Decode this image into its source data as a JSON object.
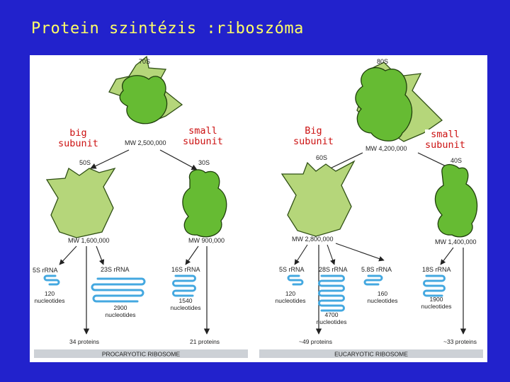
{
  "title": "Protein szintézis :riboszóma",
  "overlays": {
    "pro_big": "big\nsubunit",
    "pro_small": "small\nsubunit",
    "euk_big": "Big\nsubunit",
    "euk_small": "small\nsubunit"
  },
  "prokaryote": {
    "whole": "70S",
    "whole_mw": "MW 2,500,000",
    "big": "50S",
    "big_mw": "MW 1,600,000",
    "small": "30S",
    "small_mw": "MW 900,000",
    "rna_5s": "5S rRNA",
    "rna_5s_len": [
      "120",
      "nucleotides"
    ],
    "rna_23s": "23S rRNA",
    "rna_23s_len": [
      "2900",
      "nucleotides"
    ],
    "rna_16s": "16S rRNA",
    "rna_16s_len": [
      "1540",
      "nucleotides"
    ],
    "big_proteins": "34 proteins",
    "small_proteins": "21 proteins",
    "footer": "PROCARYOTIC RIBOSOME"
  },
  "eukaryote": {
    "whole": "80S",
    "whole_mw": "MW 4,200,000",
    "big": "60S",
    "big_mw": "MW 2,800,000",
    "small": "40S",
    "small_mw": "MW 1,400,000",
    "rna_5s": "5S rRNA",
    "rna_5s_len": [
      "120",
      "nucleotides"
    ],
    "rna_28s": "28S rRNA",
    "rna_28s_len": [
      "4700",
      "nucleotides"
    ],
    "rna_58s": "5.8S rRNA",
    "rna_58s_len": [
      "160",
      "nucleotides"
    ],
    "rna_18s": "18S rRNA",
    "rna_18s_len": [
      "1900",
      "nucleotides"
    ],
    "big_proteins": "~49 proteins",
    "small_proteins": "~33 proteins",
    "footer": "EUCARYOTIC RIBOSOME"
  },
  "colors": {
    "background": "#2222cc",
    "title": "#ffff66",
    "overlay_text": "#cc1111",
    "large_subunit": "#b5d67a",
    "small_subunit": "#66bb33",
    "rrna": "#44a8e0",
    "footer_bar": "#cdd1d6"
  }
}
